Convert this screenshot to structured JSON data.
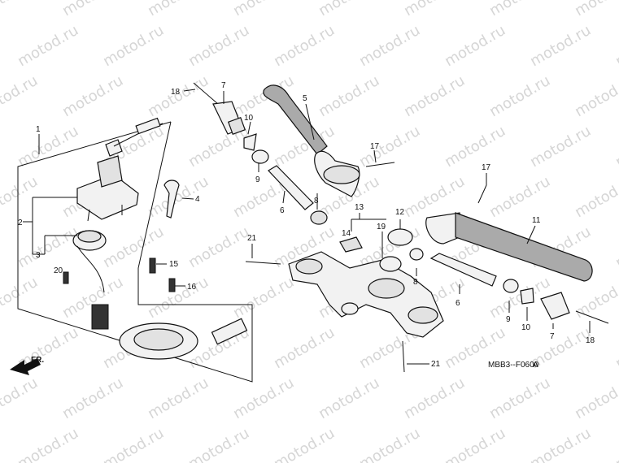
{
  "watermark": "motod.ru",
  "diagram_code": "MBB3--F0600",
  "diagram_code_suffix": "A",
  "direction_label": "FR.",
  "callouts": [
    "1",
    "2",
    "3",
    "4",
    "5",
    "6",
    "7",
    "8",
    "9",
    "10",
    "11",
    "12",
    "13",
    "14",
    "15",
    "16",
    "17",
    "18",
    "19",
    "20",
    "21"
  ]
}
